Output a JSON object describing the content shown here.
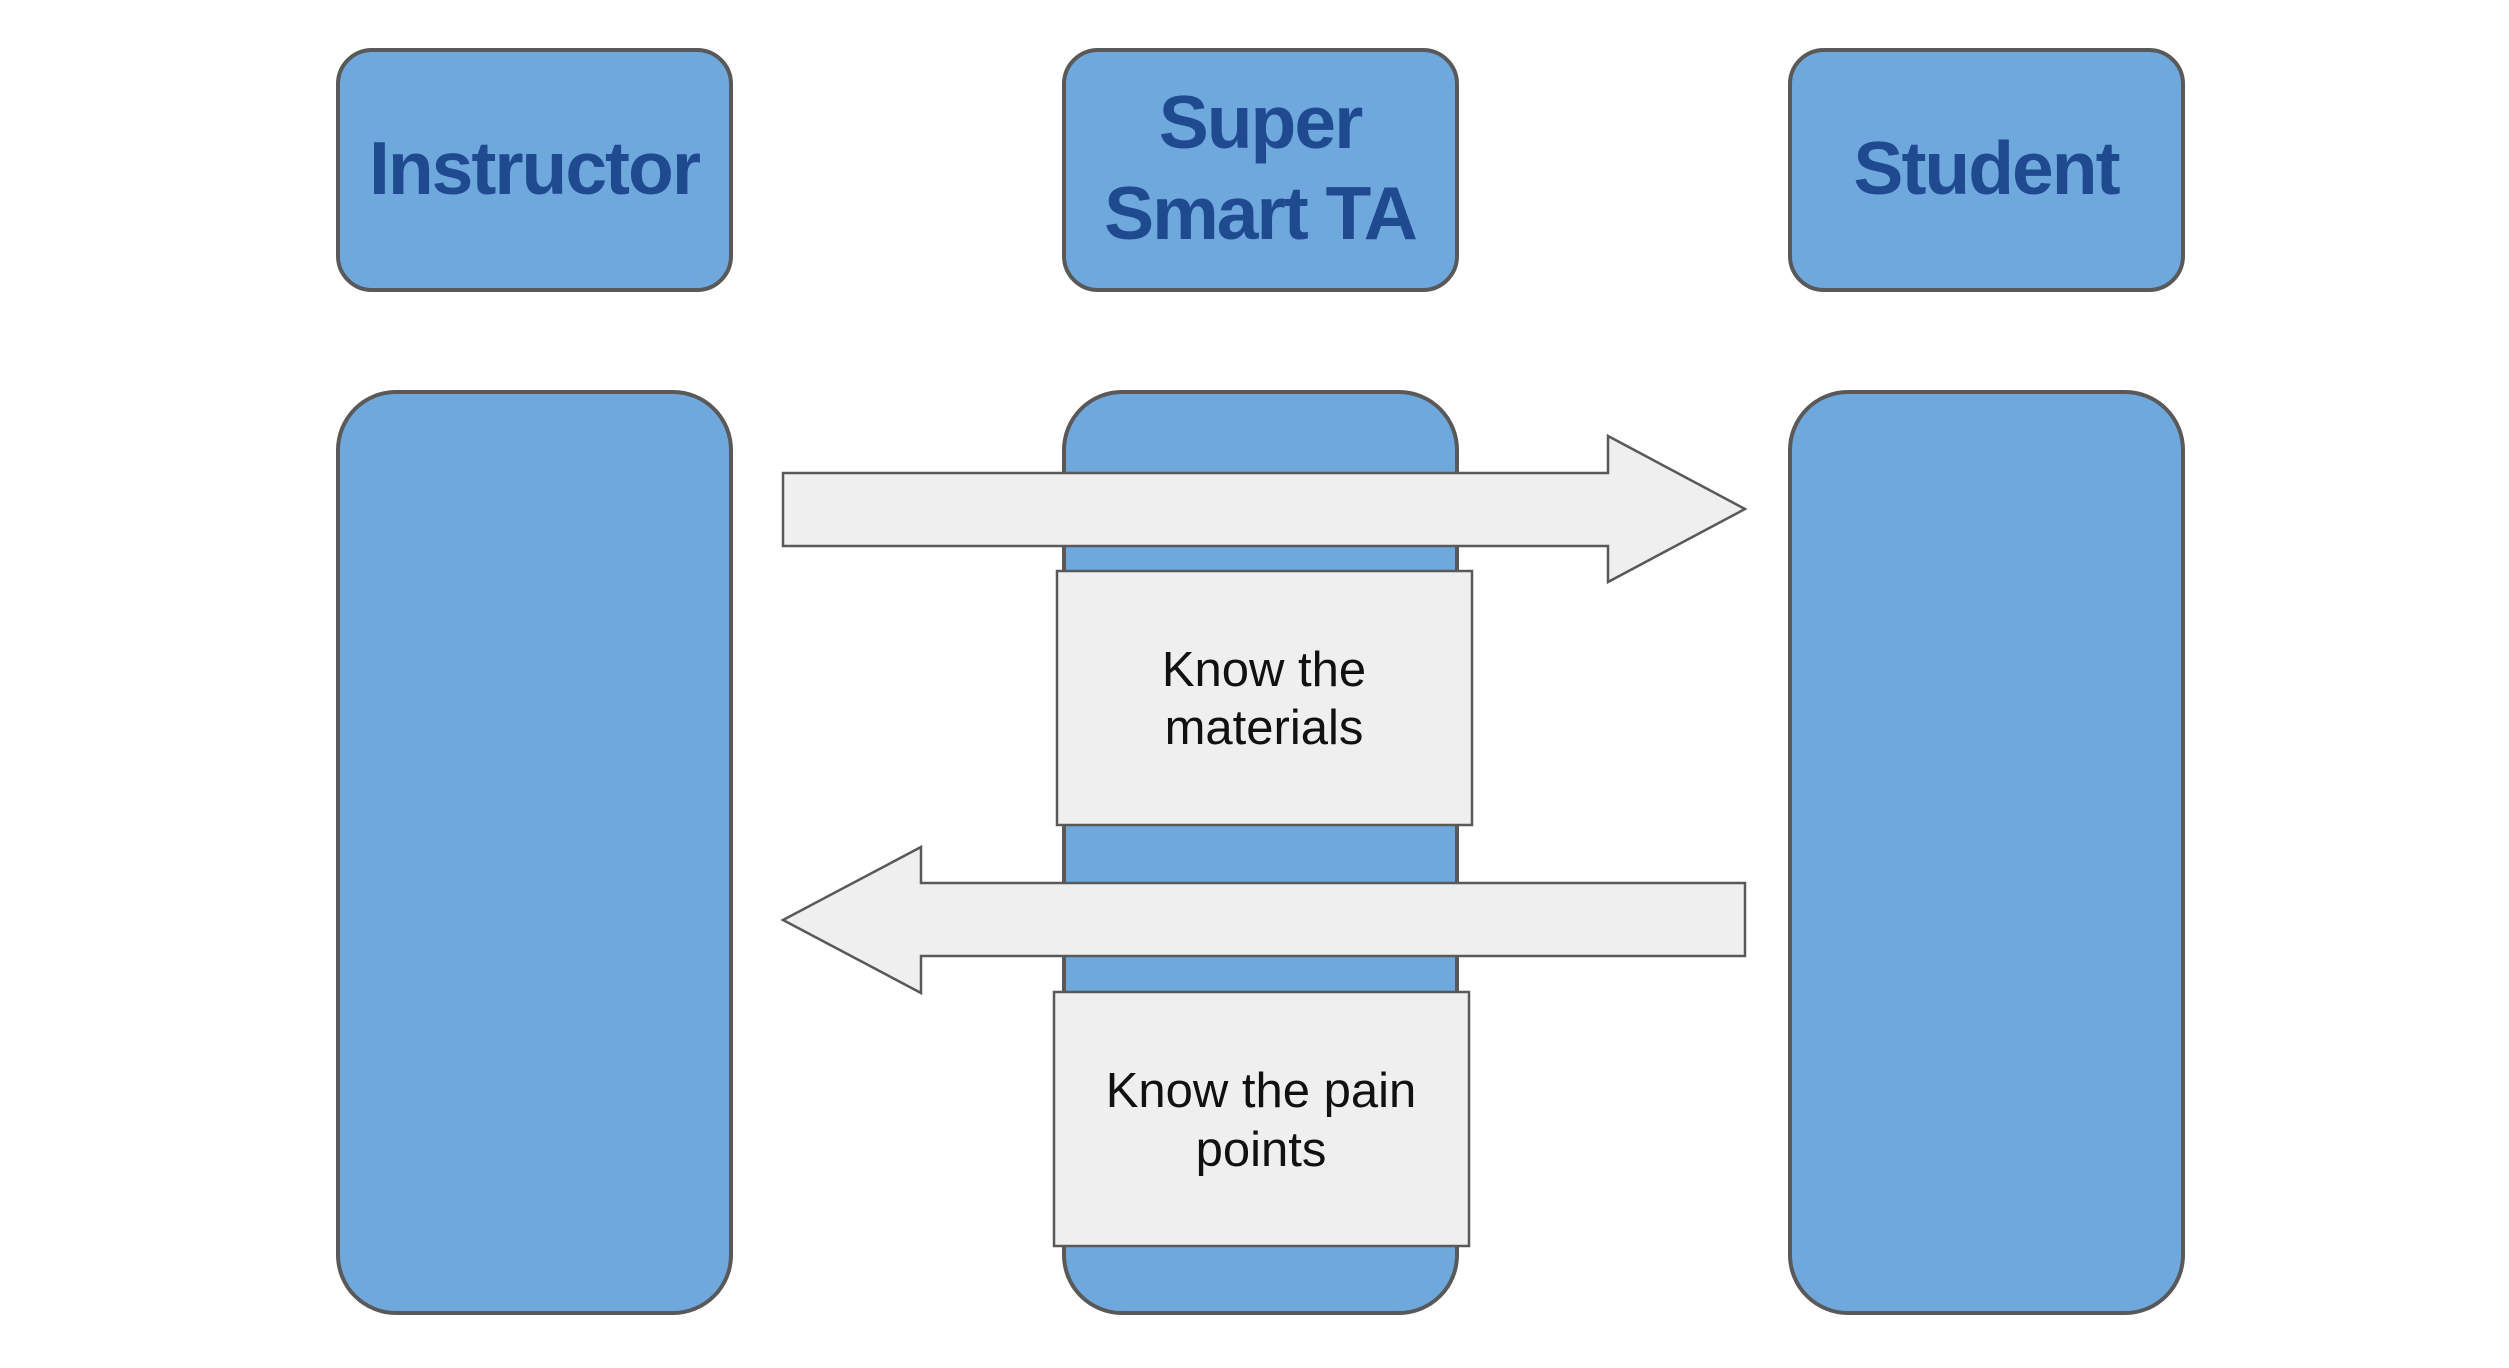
{
  "headers": {
    "instructor": "Instructor",
    "ta_line1": "Super",
    "ta_line2": "Smart TA",
    "student": "Student"
  },
  "notes": {
    "materials_line1": "Know the",
    "materials_line2": "materials",
    "pain_line1": "Know the pain",
    "pain_line2": "points"
  },
  "colors": {
    "box_fill": "#6fa8dc",
    "box_stroke": "#595959",
    "header_text": "#1f4a8f",
    "note_fill": "#efefef"
  }
}
